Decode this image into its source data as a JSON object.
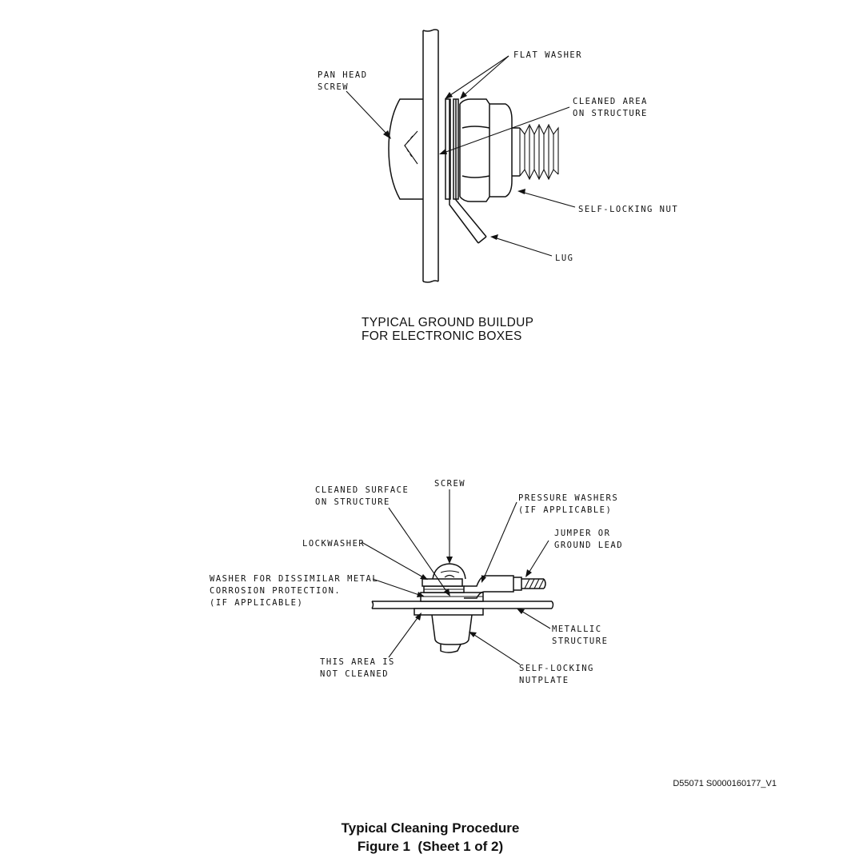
{
  "diagram_top": {
    "caption_line1": "TYPICAL GROUND BUILDUP",
    "caption_line2": "FOR ELECTRONIC BOXES",
    "labels": {
      "flat_washer": "FLAT WASHER",
      "pan_head_screw_1": "PAN HEAD",
      "pan_head_screw_2": "SCREW",
      "cleaned_area_1": "CLEANED AREA",
      "cleaned_area_2": "ON STRUCTURE",
      "self_locking_nut": "SELF-LOCKING NUT",
      "lug": "LUG"
    }
  },
  "diagram_bottom": {
    "labels": {
      "screw": "SCREW",
      "cleaned_surface_1": "CLEANED SURFACE",
      "cleaned_surface_2": "ON STRUCTURE",
      "pressure_washers_1": "PRESSURE WASHERS",
      "pressure_washers_2": "(IF APPLICABLE)",
      "jumper_1": "JUMPER OR",
      "jumper_2": "GROUND LEAD",
      "lockwasher": "LOCKWASHER",
      "washer_dissimilar_1": "WASHER FOR DISSIMILAR METAL",
      "washer_dissimilar_2": "CORROSION PROTECTION.",
      "washer_dissimilar_3": "(IF APPLICABLE)",
      "metallic_structure_1": "METALLIC",
      "metallic_structure_2": "STRUCTURE",
      "not_cleaned_1": "THIS AREA IS",
      "not_cleaned_2": "NOT CLEANED",
      "nutplate_1": "SELF-LOCKING",
      "nutplate_2": "NUTPLATE"
    }
  },
  "reference_code": "D55071 S0000160177_V1",
  "title": "Typical Cleaning Procedure",
  "subtitle": "Figure 1  (Sheet 1 of 2)"
}
